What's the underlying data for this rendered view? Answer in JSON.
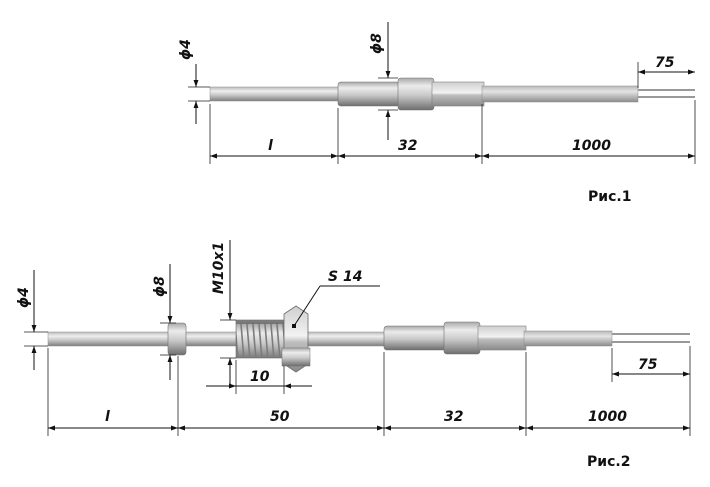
{
  "figure1": {
    "caption": "Рис.1",
    "dimensions": {
      "probe_diameter": "ϕ4",
      "fitting_diameter": "ϕ8",
      "probe_length": "l",
      "fitting_length": "32",
      "cable_length": "1000",
      "lead_length": "75"
    }
  },
  "figure2": {
    "caption": "Рис.2",
    "dimensions": {
      "probe_diameter": "ϕ4",
      "collar_diameter": "ϕ8",
      "thread": "M10x1",
      "hex_size": "S 14",
      "thread_length": "10",
      "probe_length": "l",
      "body_length": "50",
      "fitting_length": "32",
      "cable_length": "1000",
      "lead_length": "75"
    }
  },
  "colors": {
    "metal_light": "#e6e6e6",
    "metal_mid": "#b4b4b4",
    "metal_dark": "#7a7a7a",
    "line": "#111111"
  }
}
